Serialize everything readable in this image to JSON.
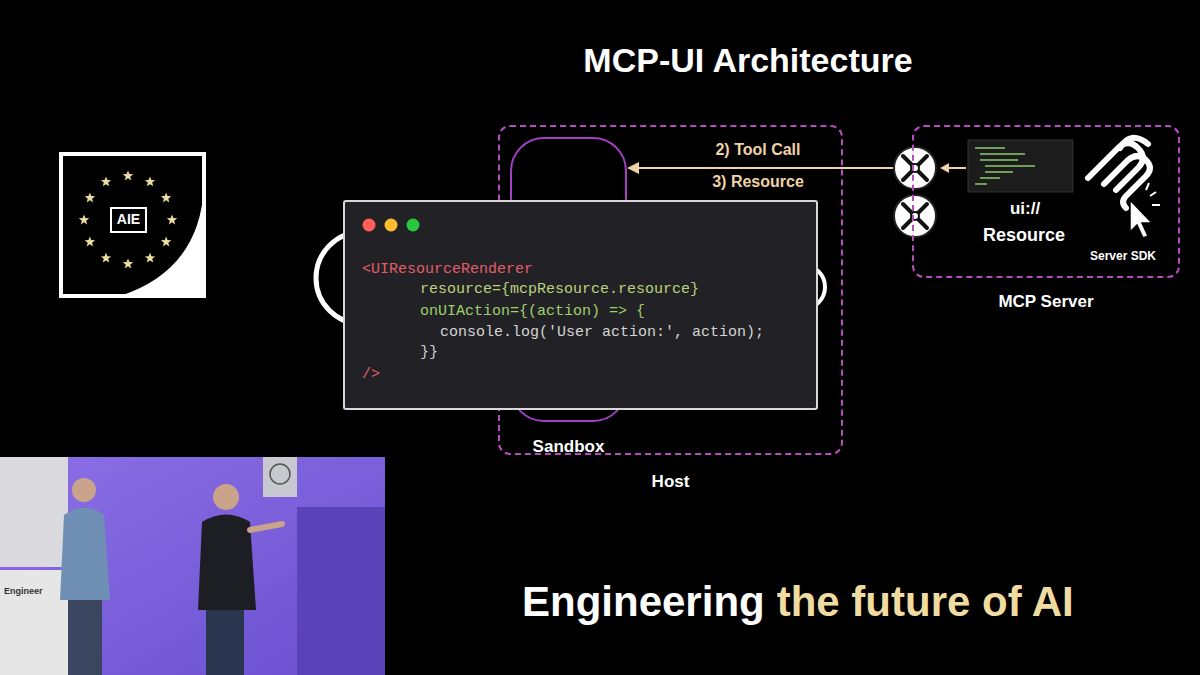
{
  "diagram": {
    "title": "MCP-UI Architecture",
    "nodes": [
      {
        "text": [
          "Host"
        ]
      },
      {
        "text": [
          "Sandbox"
        ],
        "in": 0
      },
      {
        "text": [
          "MCP Server"
        ]
      },
      {
        "text": [
          "<UIResourceRenderer",
          "resource={mcpResource.resource}",
          "onUIAction={(action) => {",
          "console.log('User action:', action);",
          "}}",
          "/>"
        ]
      }
    ],
    "edges": [
      {
        "from": 2,
        "to": 1,
        "label": "2) Tool Call",
        "arrow": "to"
      }
    ],
    "labels": [
      "3) Resource",
      "ui://",
      "Resource",
      "Server SDK",
      "AIE",
      "Engineering",
      "the future of AI",
      "Engineer"
    ]
  }
}
